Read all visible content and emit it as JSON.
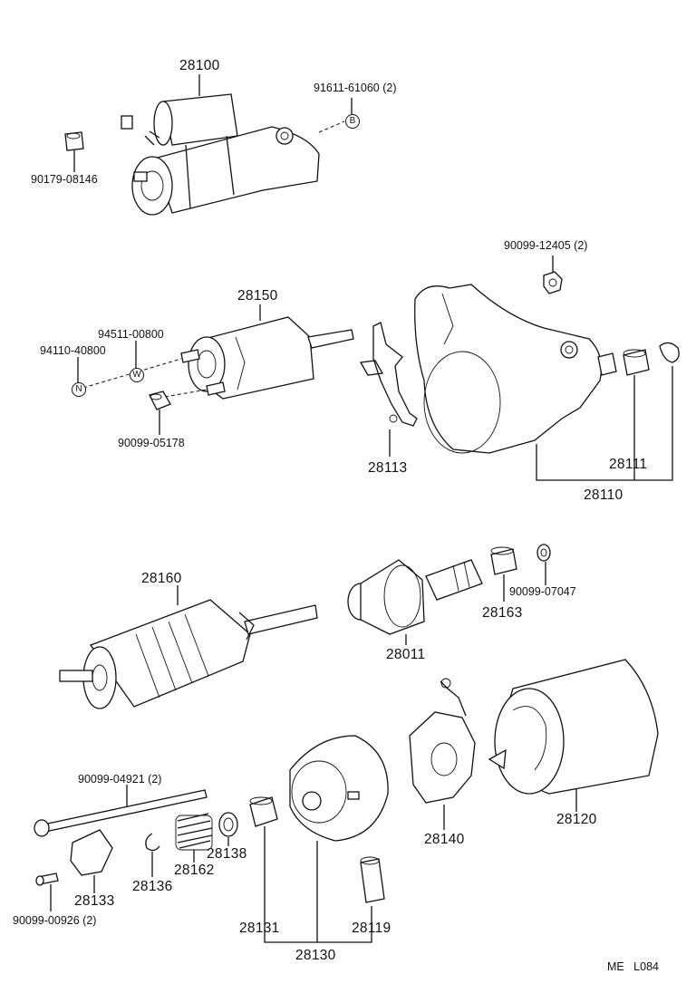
{
  "callouts": {
    "p28100": "28100",
    "p91611": "91611-61060 (2)",
    "p90179": "90179-08146",
    "p90099_12405": "90099-12405 (2)",
    "p28150": "28150",
    "p94511": "94511-00800",
    "p94110": "94110-40800",
    "p90099_05178": "90099-05178",
    "p28113": "28113",
    "p28111": "28111",
    "p28110": "28110",
    "p28160": "28160",
    "p28163": "28163",
    "p90099_07047": "90099-07047",
    "p28011": "28011",
    "p90099_04921": "90099-04921 (2)",
    "p28140": "28140",
    "p28120": "28120",
    "p28138": "28138",
    "p28162": "28162",
    "p28136": "28136",
    "p28133": "28133",
    "p90099_00926": "90099-00926 (2)",
    "p28131": "28131",
    "p28119": "28119",
    "p28130": "28130"
  },
  "symbols": {
    "b": "B",
    "n": "N",
    "w": "W"
  },
  "footer": {
    "code": "ME   L084"
  }
}
